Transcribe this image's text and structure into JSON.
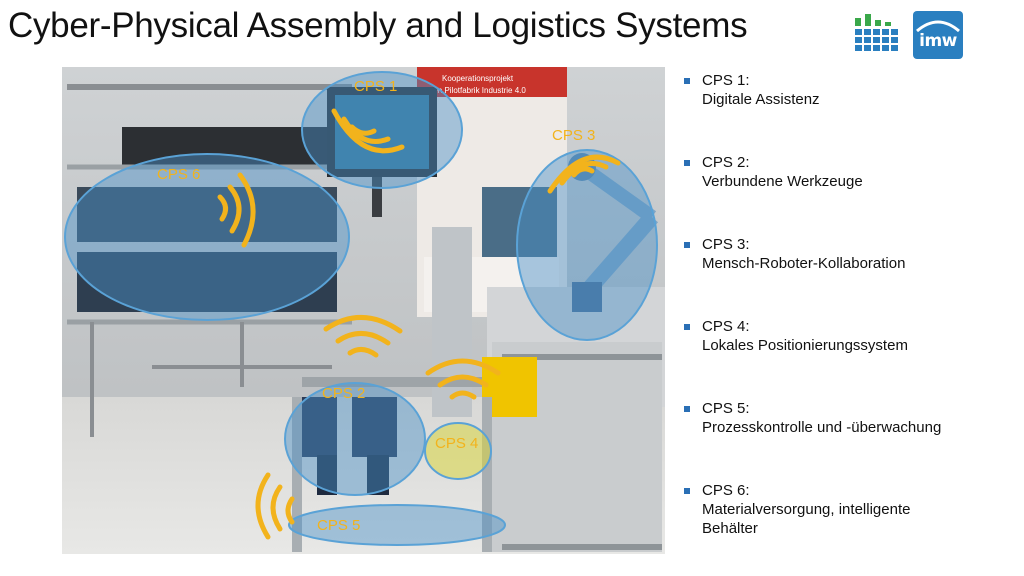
{
  "slide": {
    "title": "Cyber-Physical Assembly and Logistics Systems",
    "logo_right_text": "imw",
    "accent_color": "#2a6fb5",
    "label_color": "#f2b31c"
  },
  "photo": {
    "poster_line1": "Kooperationsprojekt",
    "poster_line2": "Wien Pilotfabrik Industrie 4.0",
    "overlay_labels": {
      "cps1": "CPS 1",
      "cps2": "CPS 2",
      "cps3": "CPS 3",
      "cps4": "CPS 4",
      "cps5": "CPS 5",
      "cps6": "CPS 6"
    }
  },
  "list": [
    {
      "label": "CPS 1:",
      "desc": "Digitale Assistenz"
    },
    {
      "label": "CPS 2:",
      "desc": "Verbundene Werkzeuge"
    },
    {
      "label": "CPS 3:",
      "desc": "Mensch-Roboter-Kollaboration"
    },
    {
      "label": "CPS 4:",
      "desc": "Lokales Positionierungssystem"
    },
    {
      "label": "CPS 5:",
      "desc": "Prozesskontrolle und -überwachung"
    },
    {
      "label": "CPS 6:",
      "desc": "Materialversorgung, intelligente",
      "desc2": "Behälter"
    }
  ]
}
